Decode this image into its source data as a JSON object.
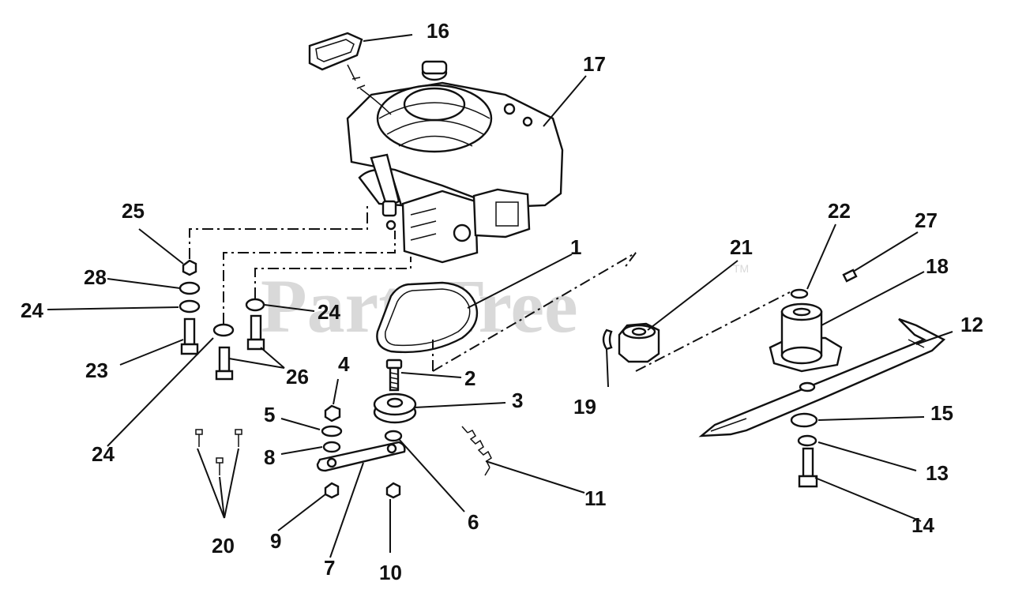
{
  "watermark": {
    "text": "PartsTree",
    "tm": "TM"
  },
  "callouts": {
    "c1": "1",
    "c2": "2",
    "c3": "3",
    "c4": "4",
    "c5": "5",
    "c6": "6",
    "c7": "7",
    "c8": "8",
    "c9": "9",
    "c10": "10",
    "c11": "11",
    "c12": "12",
    "c13": "13",
    "c14": "14",
    "c15": "15",
    "c16": "16",
    "c17": "17",
    "c18": "18",
    "c19": "19",
    "c20": "20",
    "c21": "21",
    "c22": "22",
    "c23": "23",
    "c24a": "24",
    "c24b": "24",
    "c24c": "24",
    "c25": "25",
    "c26": "26",
    "c27": "27",
    "c28": "28"
  }
}
